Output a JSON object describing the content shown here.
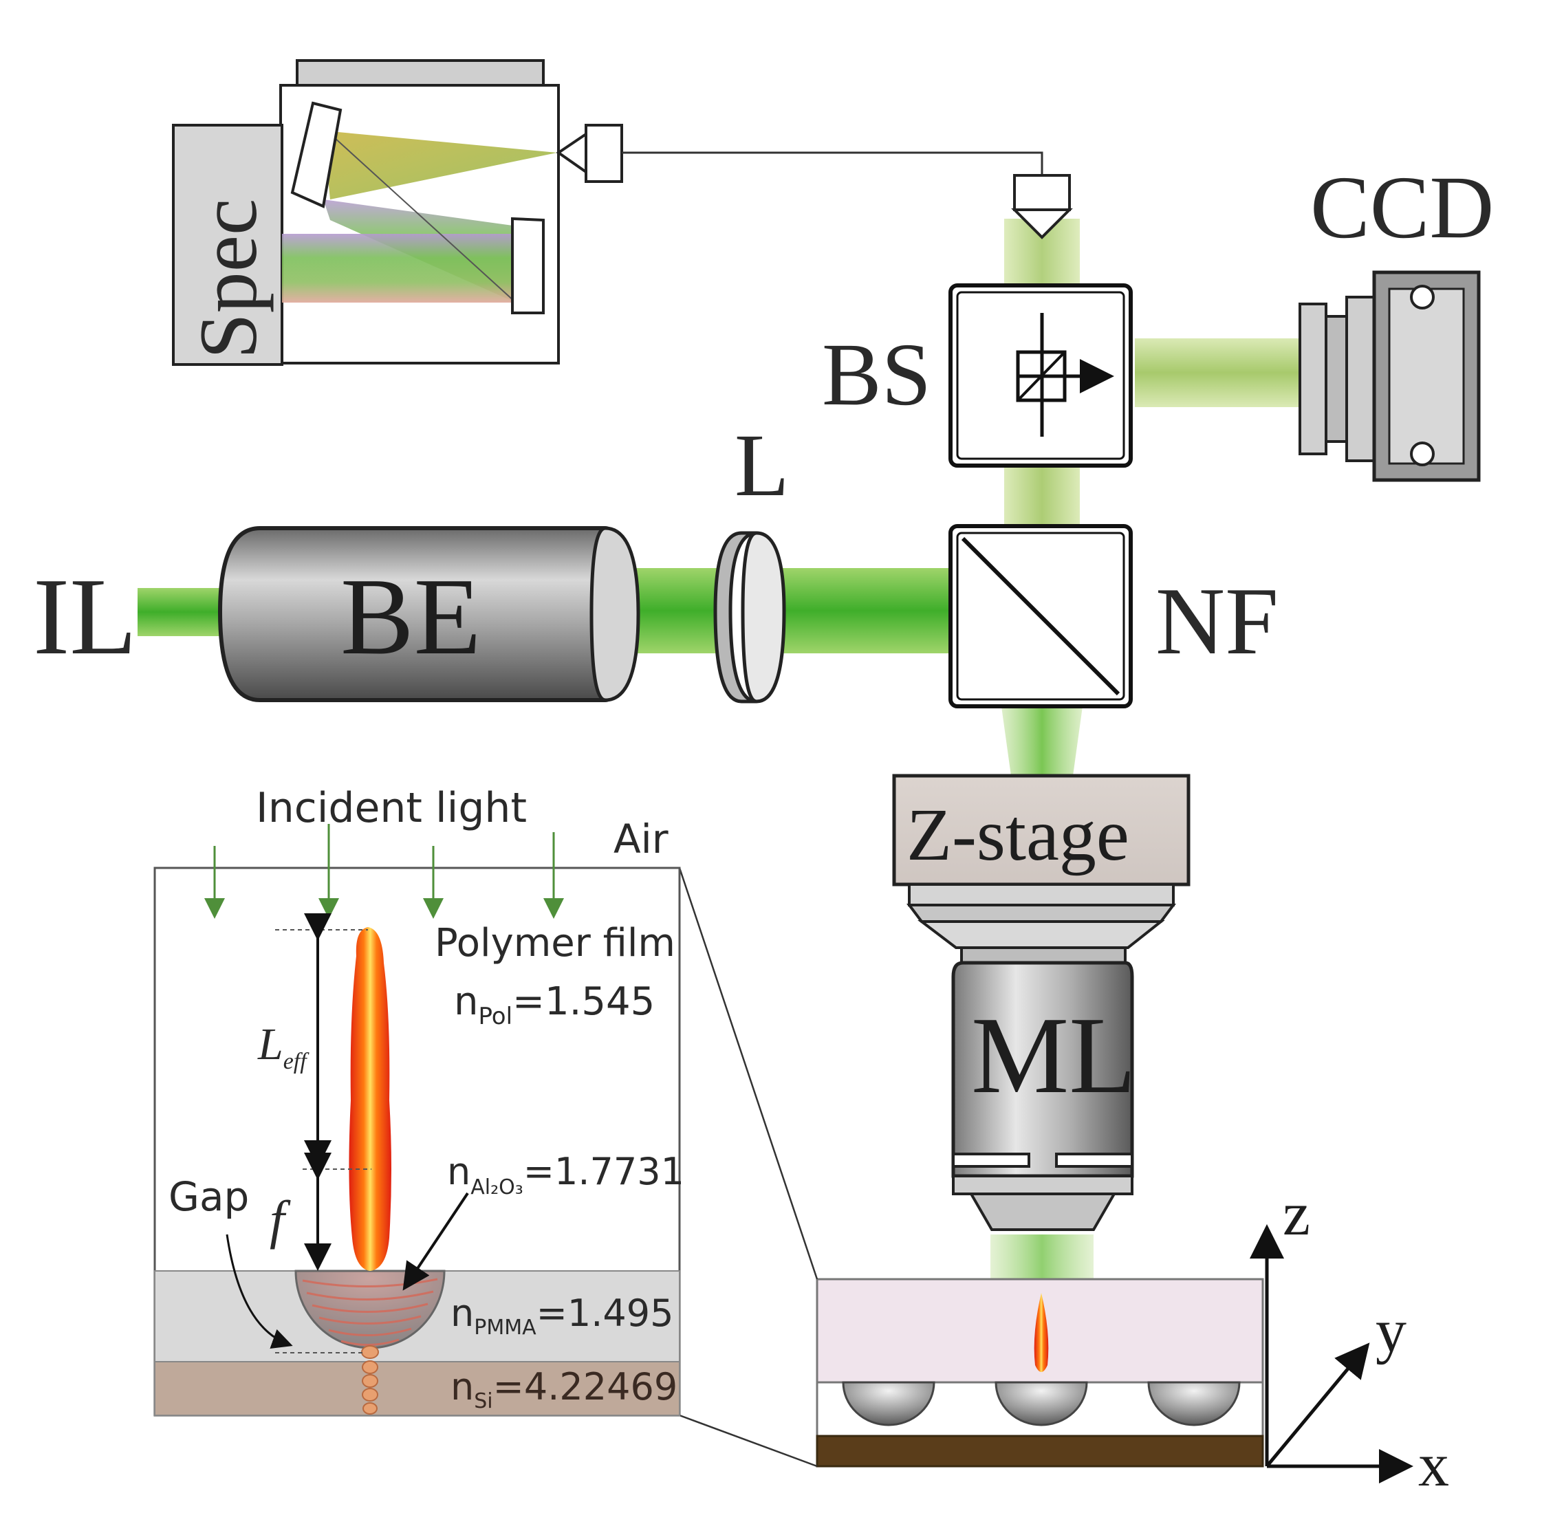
{
  "labels": {
    "spec": "Spec",
    "ccd": "CCD",
    "bs": "BS",
    "lens": "L",
    "il": "IL",
    "be": "BE",
    "nf": "NF",
    "zstage": "Z-stage",
    "ml": "ML",
    "axis_z": "z",
    "axis_y": "y",
    "axis_x": "x"
  },
  "inset": {
    "incident_light": "Incident light",
    "air": "Air",
    "polymer_film": "Polymer film",
    "n_pol_base": "n",
    "n_pol_sub": "Pol",
    "n_pol_value": "=1.545",
    "l_eff_base": "L",
    "l_eff_sub": "eff",
    "gap": "Gap",
    "f": "f",
    "n_al_base": "n",
    "n_al_sub": "Al₂O₃",
    "n_al_value": "=1.7731",
    "n_pmma_base": "n",
    "n_pmma_sub": "PMMA",
    "n_pmma_value": "=1.495",
    "n_si_base": "n",
    "n_si_sub": "Si",
    "n_si_value": "=4.22469"
  },
  "colors": {
    "beam_green": "#5fbf3a",
    "beam_pale": "#b5d27a",
    "polymer_pink": "#f0e4ec",
    "substrate_brown": "#5a3d1a",
    "pmma_gray": "#d9d9d9",
    "si_tan": "#bfa99a",
    "flame_red": "#e02010",
    "flame_yellow": "#ffe060",
    "label_dark": "#2a2a2a",
    "stage_fill": "#d5ccc7"
  }
}
